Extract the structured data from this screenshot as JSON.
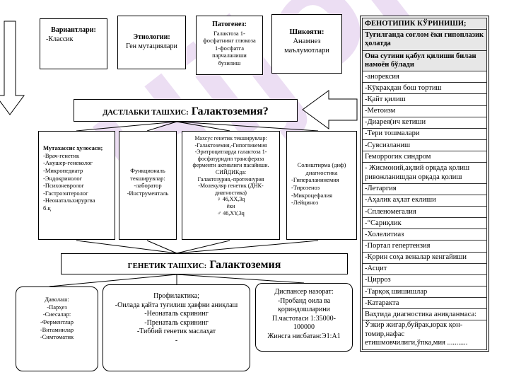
{
  "watermark": "Hijoji",
  "boxes": {
    "variants": {
      "title": "Вариантлари:",
      "text": "-Классик"
    },
    "etiology": {
      "title": "Этиологии:",
      "text": "Ген мутациялари"
    },
    "pathogenesis": {
      "title": "Патогенез:",
      "text": "Галактоза 1-\nфосфатнинг глюкоза\n1-фосфатга\nпарчаланиши\nбузилиш"
    },
    "complaints": {
      "title": "Шикояти:",
      "text": "Анамнез\nмаълумотлари"
    },
    "prelim": {
      "label": "ДАСТЛАБКИ ТАШХИС:",
      "diagnosis": "Галактоземия?"
    },
    "specialists": {
      "title": "Мутахассис ҳулосаси;",
      "text": "-Врач-генетик\n-Акушер-генеколог\n-Микропедиатр\n-Эндокринолог\n-Психоневролог\n-Гастроэнтеролог\n-Неонатальхирургва\nб.қ"
    },
    "functional": {
      "text": "Функциональ\nтекширувлар:\n-лаборатор\n-Инструменталь"
    },
    "special_tests": {
      "text": "Махсус генетик текширувлар:\n-Галактоземия,-Гипогликемия\n-Эритроцитларда галактоза 1-\nфосфатуридил трансфераза\nферменти активлиги пасайиши.\nСИЙДИКда:\nГалактозурия,-протеинурия\n-Молекуляр генетик (ДНК-\nдиагностика)\n♀ 46,XX,3q\nёки\n♂ 46,XY,3q"
    },
    "differential": {
      "title": "Солиштирма (диф)\nдиагностика",
      "text": "-Гипераланинемия\n-Тирозеноз\n-Микроцефалия\n-Лейциноз"
    },
    "genetic": {
      "label": "ГЕНЕТИК ТАШХИС:",
      "diagnosis": "Галактоземия"
    },
    "treatment": {
      "text": "Даволаш:\n-Парҳез\n-Сиесалар:\n-Ферментлар\n-Витаминлар\n-Симтоматик"
    },
    "prevention": {
      "title": "Профилактика;",
      "text": "-Оилада қайта туғилиш ҳавфни аниқлаш\n-Неонаталь скрининг\n-Пренаталь скрининг\n-Тиббий генетик маслаҳат\n-"
    },
    "dispensary": {
      "title": "Диспансер назорат:",
      "text": "-Пробанд оила ва\nқориндошларини\nП.частотаси 1:35000-\n100000\nЖинсга нисбатан:Э1:А1"
    }
  },
  "phenotype": {
    "header": "ФЕНОТИПИК КЎРИНИШИ;",
    "items": [
      "Туғилганда соғлом ёки гипоплазик ҳолатда",
      "Она сутини қабул қилиши билан намоён бўлади",
      "-анорексия",
      "-Кўкракдан бош тортиш",
      "-Қайт қилиш",
      "-Метоизм",
      "-Диарея(ич кетиши",
      "-Тери тошмалари",
      "-Сувсизланиш",
      "Геморрогик синдром",
      "- Жисмоний,ақлий орқада қолиш ривожланишдан орқада қолиш",
      "-Летаргия",
      "-Аҳалик аҳлат еклиши",
      "-Спленомегалия",
      "-“Сариқлик",
      "-Холелитиаз",
      "-Портал гепертензия",
      "-Қорин соҳа веналар кенгайиши",
      "-Асцит",
      "-Цирроз",
      "-Тарқоқ шишишлар",
      "-Катаракта",
      "Ваҳтида диагностика аниқланмаса:",
      "Ўзкир жигар,буйрак,юрак қон-томир,нафас етишмовчилиги,ўпка,мия ..........."
    ]
  }
}
